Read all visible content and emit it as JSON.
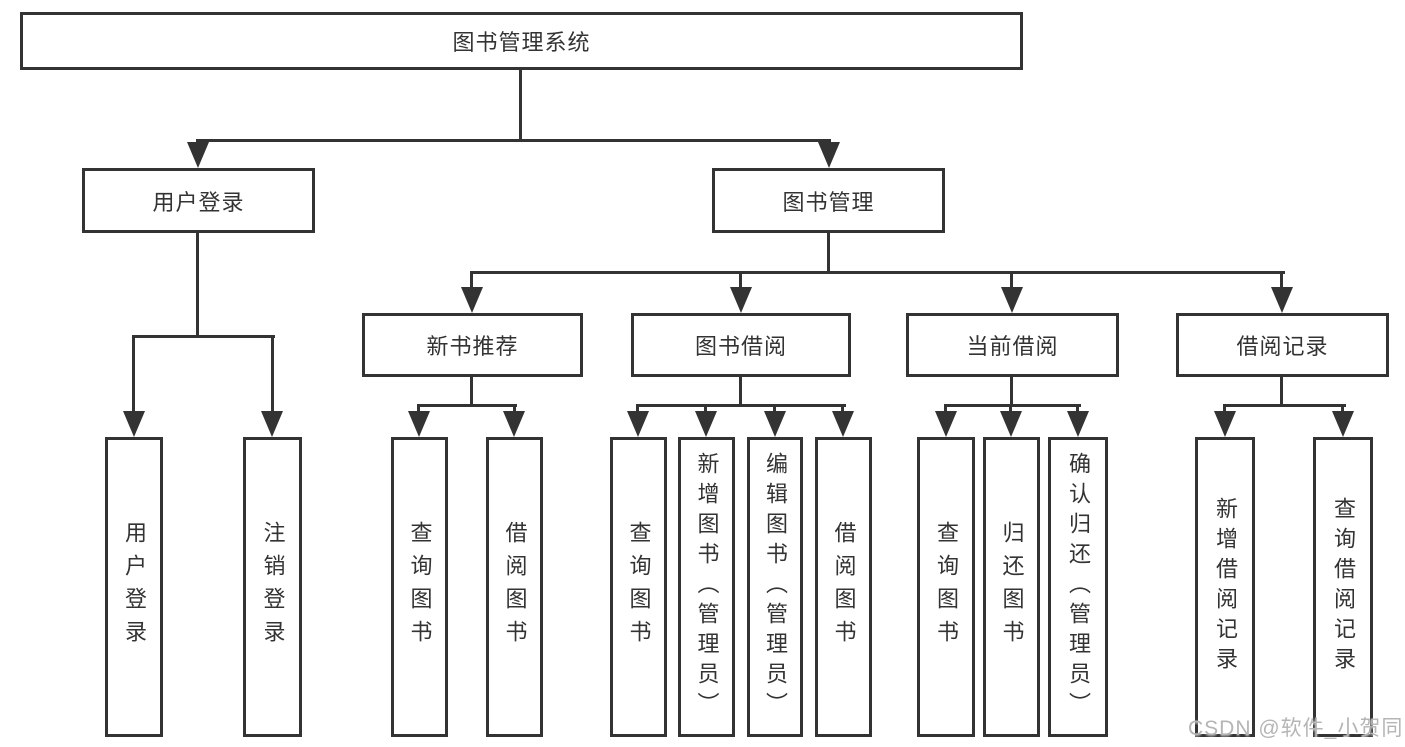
{
  "watermark": "CSDN @软件_小贺同学",
  "colors": {
    "line": "#333333",
    "box_border": "#333333",
    "box_fill": "#ffffff",
    "text": "#333333",
    "watermark": "#b5b5b5",
    "background": "#ffffff"
  },
  "nodes": {
    "root": {
      "label": "图书管理系统"
    },
    "userLogin": {
      "label": "用户登录"
    },
    "bookManagement": {
      "label": "图书管理"
    },
    "newBookRecommend": {
      "label": "新书推荐"
    },
    "bookBorrow": {
      "label": "图书借阅"
    },
    "currentBorrow": {
      "label": "当前借阅"
    },
    "borrowRecords": {
      "label": "借阅记录"
    },
    "userLoginLeaf": {
      "label": "用户登录"
    },
    "logoutLeaf": {
      "label": "注销登录"
    },
    "nbQueryBooks": {
      "label": "查询图书"
    },
    "nbBorrowBooks": {
      "label": "借阅图书"
    },
    "bbQueryBooks": {
      "label": "查询图书"
    },
    "bbAddBooks": {
      "label": "新增图书（管理员）"
    },
    "bbEditBooks": {
      "label": "编辑图书（管理员）"
    },
    "bbBorrowBooks": {
      "label": "借阅图书"
    },
    "cbQueryBooks": {
      "label": "查询图书"
    },
    "cbReturnBooks": {
      "label": "归还图书"
    },
    "cbConfirmReturn": {
      "label": "确认归还（管理员）"
    },
    "brAddRecord": {
      "label": "新增借阅记录"
    },
    "brQueryRecord": {
      "label": "查询借阅记录"
    }
  },
  "edges": [
    [
      "root",
      "userLogin"
    ],
    [
      "root",
      "bookManagement"
    ],
    [
      "userLogin",
      "userLoginLeaf"
    ],
    [
      "userLogin",
      "logoutLeaf"
    ],
    [
      "bookManagement",
      "newBookRecommend"
    ],
    [
      "bookManagement",
      "bookBorrow"
    ],
    [
      "bookManagement",
      "currentBorrow"
    ],
    [
      "bookManagement",
      "borrowRecords"
    ],
    [
      "newBookRecommend",
      "nbQueryBooks"
    ],
    [
      "newBookRecommend",
      "nbBorrowBooks"
    ],
    [
      "bookBorrow",
      "bbQueryBooks"
    ],
    [
      "bookBorrow",
      "bbAddBooks"
    ],
    [
      "bookBorrow",
      "bbEditBooks"
    ],
    [
      "bookBorrow",
      "bbBorrowBooks"
    ],
    [
      "currentBorrow",
      "cbQueryBooks"
    ],
    [
      "currentBorrow",
      "cbReturnBooks"
    ],
    [
      "currentBorrow",
      "cbConfirmReturn"
    ],
    [
      "borrowRecords",
      "brAddRecord"
    ],
    [
      "borrowRecords",
      "brQueryRecord"
    ]
  ]
}
